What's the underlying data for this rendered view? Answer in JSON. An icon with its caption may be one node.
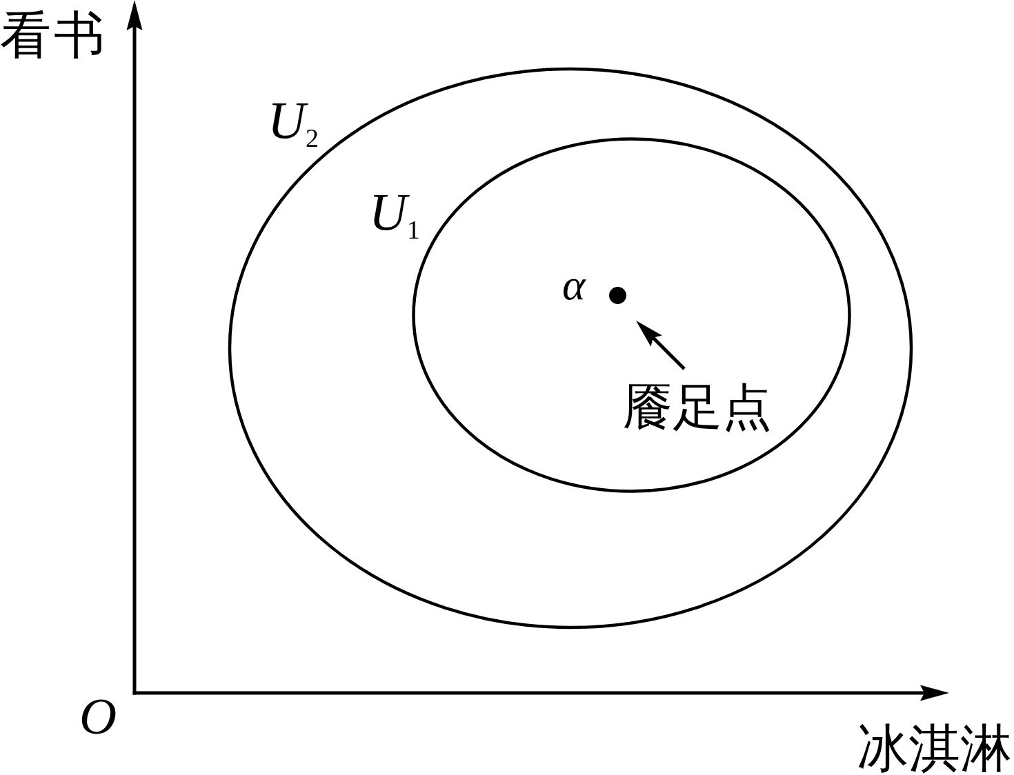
{
  "diagram": {
    "nodes": [
      {
        "text": [],
        "shape": "circle",
        "beside": [
          "α"
        ]
      },
      {
        "text": [
          "餍足点"
        ]
      }
    ],
    "edges": [
      {
        "from": 1,
        "to": 0,
        "arrow": "to"
      }
    ],
    "labels": [
      "看书",
      "*U*$_{2}$",
      "*U*$_{1}$",
      "O",
      "冰淇淋"
    ]
  }
}
